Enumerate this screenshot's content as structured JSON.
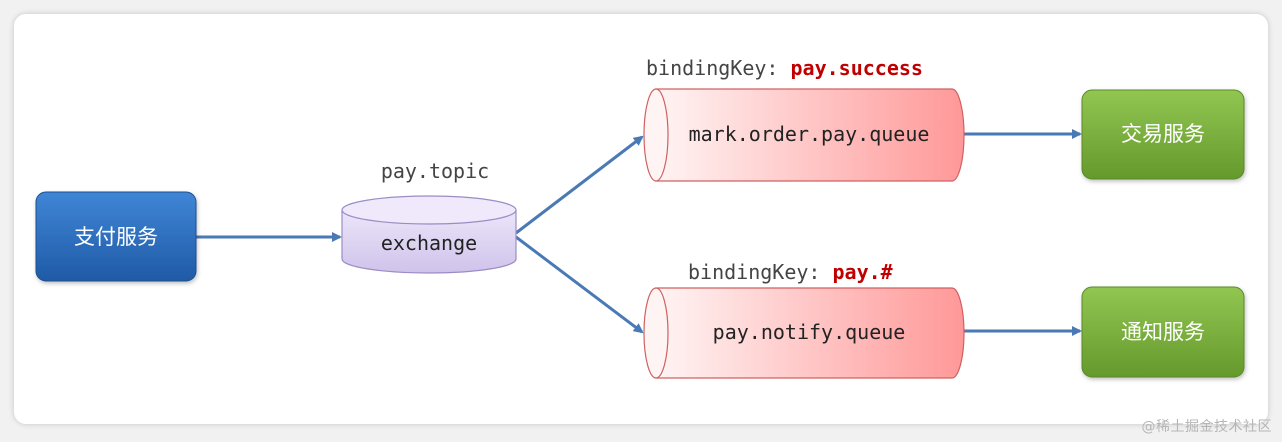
{
  "producer": {
    "label": "支付服务"
  },
  "exchange": {
    "name": "pay.topic",
    "label": "exchange"
  },
  "bindings": [
    {
      "prefix": "bindingKey: ",
      "key": "pay.success"
    },
    {
      "prefix": "bindingKey: ",
      "key": "pay.#"
    }
  ],
  "queues": [
    {
      "label": "mark.order.pay.queue"
    },
    {
      "label": "pay.notify.queue"
    }
  ],
  "consumers": [
    {
      "label": "交易服务"
    },
    {
      "label": "通知服务"
    }
  ],
  "watermark": "@稀土掘金技术社区",
  "colors": {
    "producer": "#2f6fbd",
    "exchange": "#d9d0ef",
    "queue_start": "#fff2f2",
    "queue_end": "#ff9b9b",
    "consumer": "#7ab03a",
    "arrow": "#4a7ab5",
    "binding_key": "#c00000"
  }
}
